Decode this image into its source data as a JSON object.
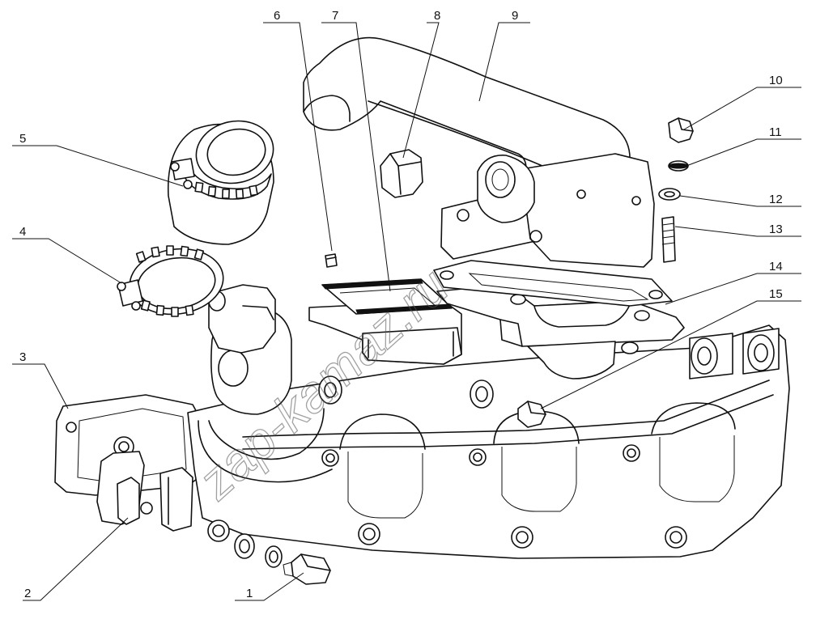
{
  "watermark": "zap-kamaz.ru",
  "callouts": [
    {
      "label": "1"
    },
    {
      "label": "2"
    },
    {
      "label": "3"
    },
    {
      "label": "4"
    },
    {
      "label": "5"
    },
    {
      "label": "6"
    },
    {
      "label": "7"
    },
    {
      "label": "8"
    },
    {
      "label": "9"
    },
    {
      "label": "10"
    },
    {
      "label": "11"
    },
    {
      "label": "12"
    },
    {
      "label": "13"
    },
    {
      "label": "14"
    },
    {
      "label": "15"
    }
  ]
}
